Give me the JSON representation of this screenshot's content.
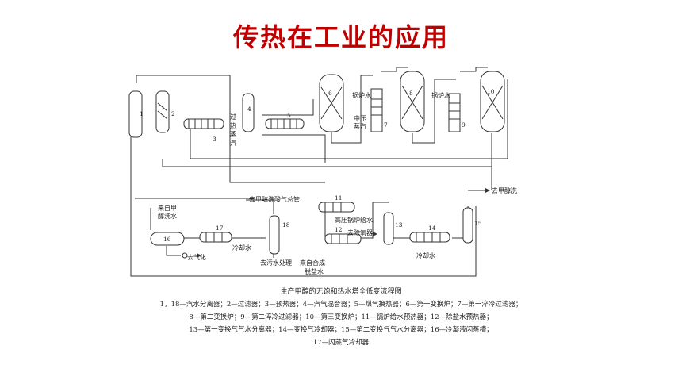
{
  "title": "传热在工业的应用",
  "diagram": {
    "equipment_numbers": [
      "1",
      "2",
      "3",
      "4",
      "5",
      "6",
      "7",
      "8",
      "9",
      "10",
      "11",
      "12",
      "13",
      "14",
      "15",
      "16",
      "17",
      "18"
    ],
    "labels": {
      "superheated_steam_1": "过",
      "superheated_steam_2": "热",
      "superheated_steam_3": "蒸",
      "superheated_steam_4": "汽",
      "boiler_water_a": "锅炉水",
      "mid_pressure_steam_1": "中压",
      "mid_pressure_steam_2": "蒸汽",
      "boiler_water_b": "锅炉水",
      "to_methanol_wash": "去甲醇洗",
      "to_acid_gas_main": "去甲醇洗酸气总管",
      "from_methanol_wash_1": "来自甲",
      "from_methanol_wash_2": "醇洗水",
      "hp_boiler_feedwater": "高压锅炉给水",
      "to_deaerator": "去除氧器",
      "cooling_water_a": "冷却水",
      "cooling_water_b": "冷却水",
      "to_gasification": "去气化",
      "to_sewage": "去污水处理",
      "from_synth_1": "来自合成",
      "from_synth_2": "脱盐水"
    }
  },
  "caption": {
    "title": "生产甲醇的无饱和热水塔全低变流程图",
    "lines": [
      "1，18—汽水分离器；2—过滤器；3—预热器；4—汽气混合器；5—煤气换热器；6—第一变换炉；7—第一淬冷过滤器；",
      "8—第二变换炉；9—第二淬冷过滤器；10—第三变换炉；11—锅炉给水预热器；12—除盐水预热器；",
      "13—第一变换气气水分离器；14—变换气冷却器；15—第二变换气气水分离器；16—冷凝液闪蒸槽；",
      "17—闪蒸气冷却器"
    ]
  },
  "colors": {
    "title": "#c00000",
    "line": "#333333",
    "fill": "#ffffff"
  }
}
